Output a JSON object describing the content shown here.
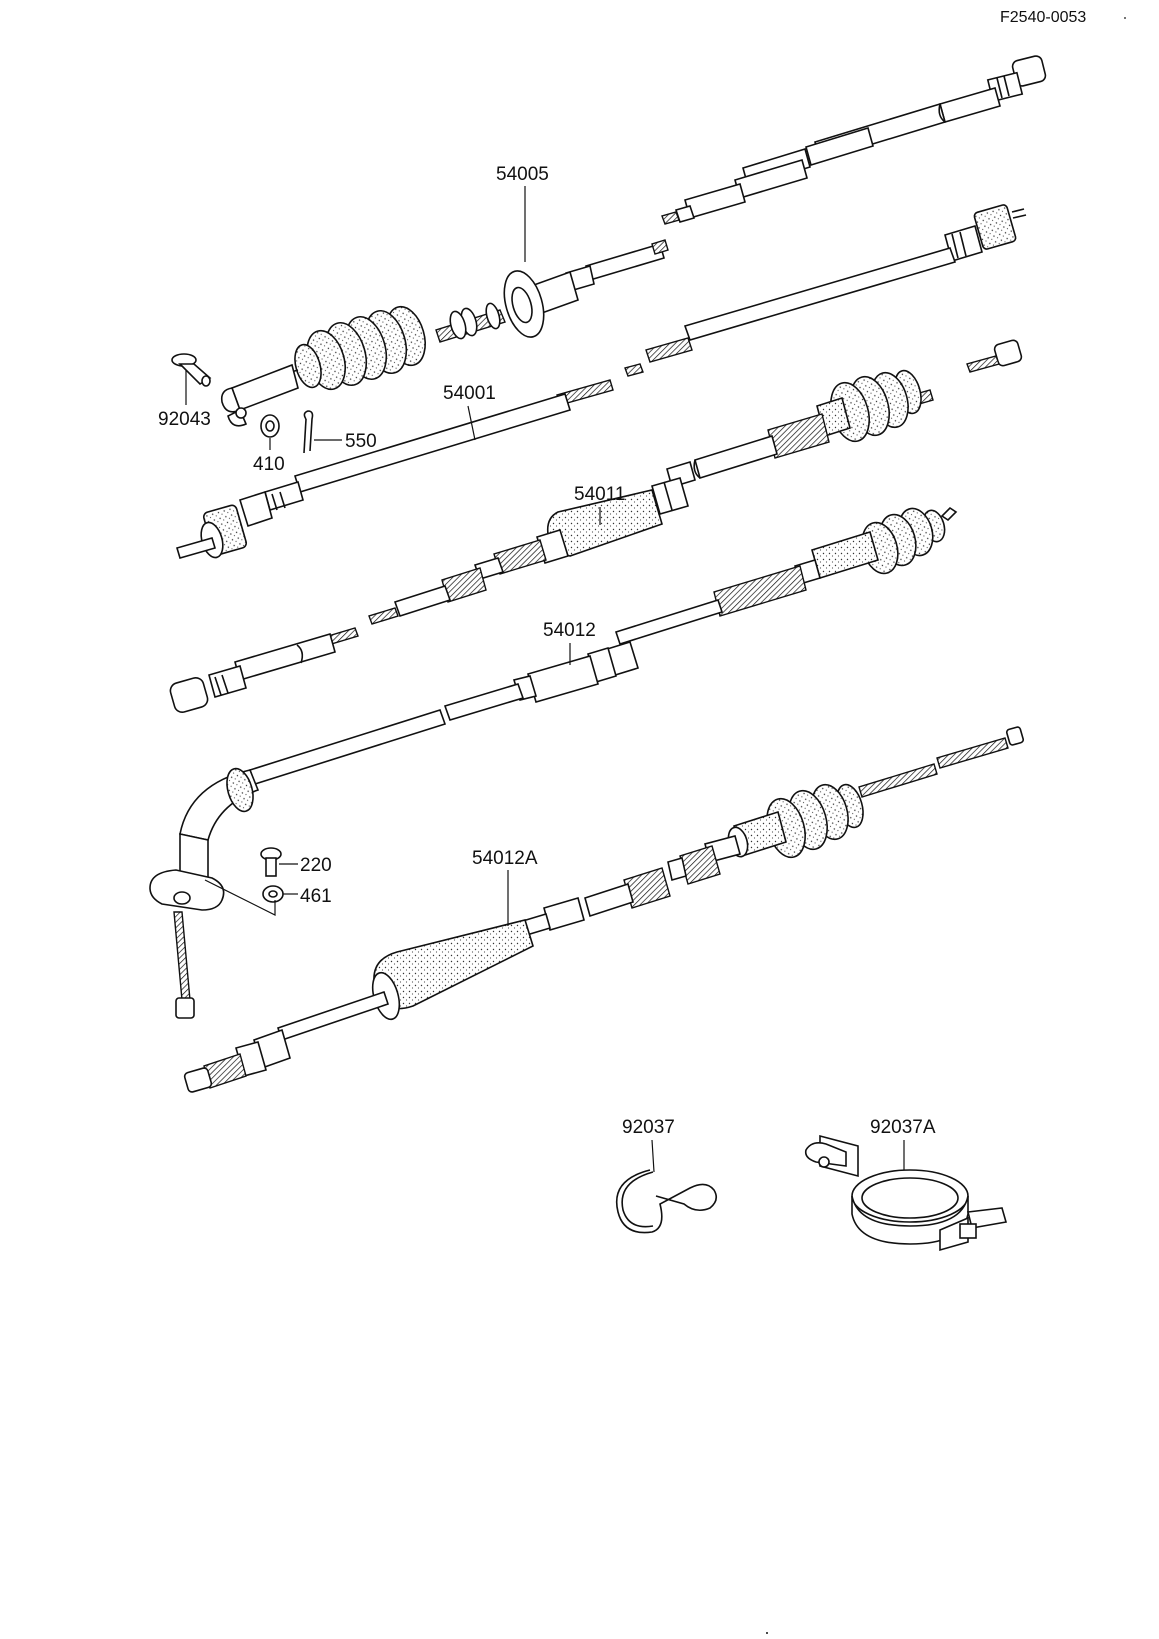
{
  "drawing_code": "F2540-0053",
  "parts": [
    {
      "id": "p54005",
      "number": "54005"
    },
    {
      "id": "p92043",
      "number": "92043"
    },
    {
      "id": "p54001",
      "number": "54001"
    },
    {
      "id": "p410",
      "number": "410"
    },
    {
      "id": "p550",
      "number": "550"
    },
    {
      "id": "p54011",
      "number": "54011"
    },
    {
      "id": "p54012",
      "number": "54012"
    },
    {
      "id": "p220",
      "number": "220"
    },
    {
      "id": "p461",
      "number": "461"
    },
    {
      "id": "p54012A",
      "number": "54012A"
    },
    {
      "id": "p92037",
      "number": "92037"
    },
    {
      "id": "p92037A",
      "number": "92037A"
    }
  ]
}
